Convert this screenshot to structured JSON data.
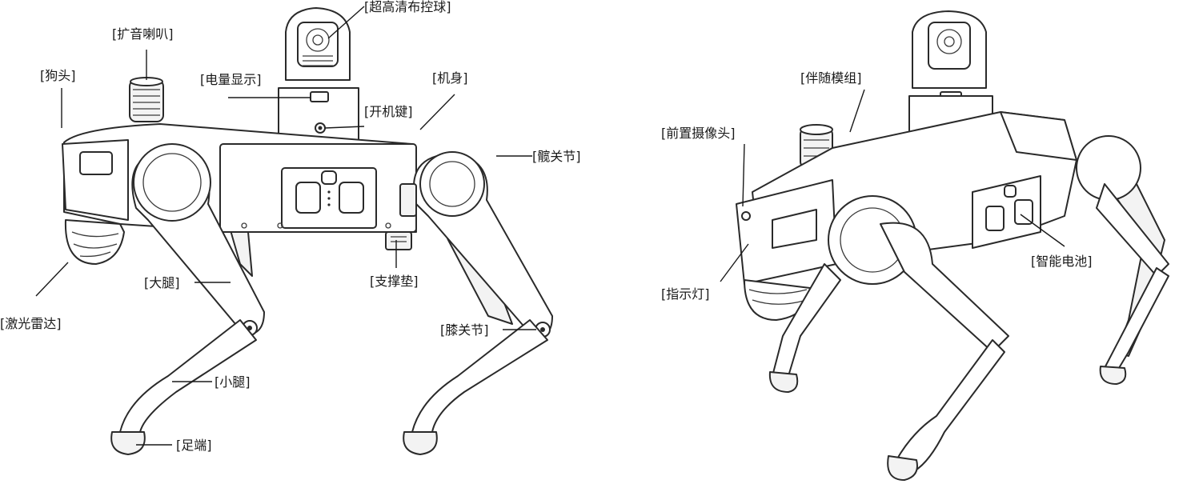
{
  "labels": {
    "ptz_camera": "[超高清布控球]",
    "speaker": "[扩音喇叭]",
    "dog_head": "[狗头]",
    "power_display": "[电量显示]",
    "body": "[机身]",
    "power_button": "[开机键]",
    "hip_joint": "[髋关节]",
    "thigh": "[大腿]",
    "support_pad": "[支撑垫]",
    "lidar": "[激光雷达]",
    "knee_joint": "[膝关节]",
    "calf": "[小腿]",
    "foot": "[足端]",
    "companion_module": "[伴随模组]",
    "front_camera": "[前置摄像头]",
    "smart_battery": "[智能电池]",
    "indicator_light": "[指示灯]"
  },
  "colors": {
    "outline": "#2a2a2a",
    "label_text": "#1a1a1a",
    "background": "#ffffff"
  }
}
